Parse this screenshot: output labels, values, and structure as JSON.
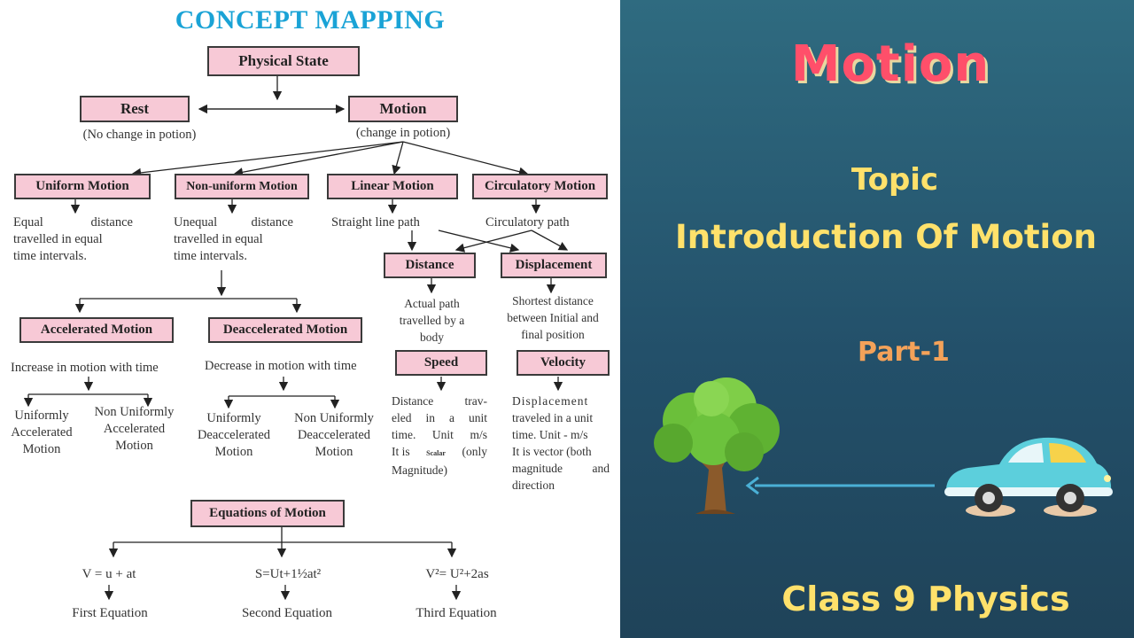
{
  "concept_map": {
    "title": "CONCEPT MAPPING",
    "physical_state": "Physical State",
    "rest": "Rest",
    "rest_note": "(No change in potion)",
    "motion": "Motion",
    "motion_note": "(change in potion)",
    "uniform_motion": "Uniform Motion",
    "uniform_desc": [
      "Equal",
      "distance",
      "travelled in equal",
      "time intervals."
    ],
    "nonuniform_motion": "Non-uniform Motion",
    "nonuniform_desc": [
      "Unequal",
      "distance",
      "travelled in equal",
      "time intervals."
    ],
    "linear_motion": "Linear Motion",
    "linear_desc": "Straight line path",
    "circulatory_motion": "Circulatory Motion",
    "circulatory_desc": "Circulatory path",
    "distance": "Distance",
    "distance_desc": [
      "Actual path",
      "travelled by a",
      "body"
    ],
    "displacement": "Displacement",
    "displacement_desc": [
      "Shortest distance",
      "between Initial and",
      "final position"
    ],
    "speed": "Speed",
    "speed_desc": [
      "Distance trav-",
      "eled in a unit",
      "time. Unit m/s",
      "It is",
      "Scalar",
      "(only",
      "Magnitude)"
    ],
    "velocity": "Velocity",
    "velocity_desc": [
      "Displacement",
      "traveled in a unit",
      "time. Unit - m/s",
      "It is vector (both",
      "magnitude and",
      "direction"
    ],
    "accelerated_motion": "Accelerated Motion",
    "accelerated_desc": "Increase in motion with time",
    "uniformly_accelerated": [
      "Uniformly",
      "Accelerated",
      "Motion"
    ],
    "nonuniformly_accelerated": [
      "Non Uniformly",
      "Accelerated",
      "Motion"
    ],
    "deaccelerated_motion": "Deaccelerated Motion",
    "deaccelerated_desc": "Decrease in motion with time",
    "uniformly_deaccelerated": [
      "Uniformly",
      "Deaccelerated",
      "Motion"
    ],
    "nonuniformly_deaccelerated": [
      "Non Uniformly",
      "Deaccelerated",
      "Motion"
    ],
    "equations_of_motion": "Equations of Motion",
    "eq1": "V = u + at",
    "eq1_name": "First Equation",
    "eq2": "S=Ut+1½at²",
    "eq2_name": "Second Equation",
    "eq3": "V²= U²+2as",
    "eq3_name": "Third Equation"
  },
  "banner": {
    "title": "Motion",
    "topic_label": "Topic",
    "topic": "Introduction Of Motion",
    "part": "Part-1",
    "class_label": "Class 9 Physics",
    "tree_icon": "tree-icon",
    "car_icon": "car-icon",
    "colors": {
      "background": "#23506a",
      "title": "#ff4f6a",
      "topic": "#ffe16b",
      "part": "#f4a259",
      "box_fill": "#f7c9d6",
      "map_title": "#1aa3d6"
    }
  }
}
